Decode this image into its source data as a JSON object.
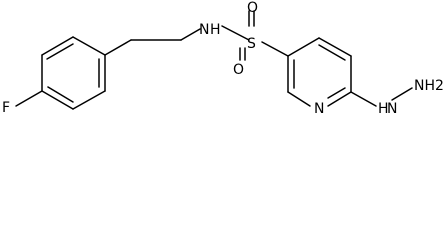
{
  "molecule": {
    "atoms": {
      "fluorine": "F",
      "amide_nitrogen": "N",
      "amide_hydrogen": "H",
      "sulfur": "S",
      "oxygen_top": "O",
      "oxygen_bottom": "O",
      "pyridine_nitrogen": "N",
      "hydrazine": "NH2",
      "hydrazine_nh": "H",
      "hydrazine_n": "N",
      "hydrazine_h2": "H2"
    }
  }
}
